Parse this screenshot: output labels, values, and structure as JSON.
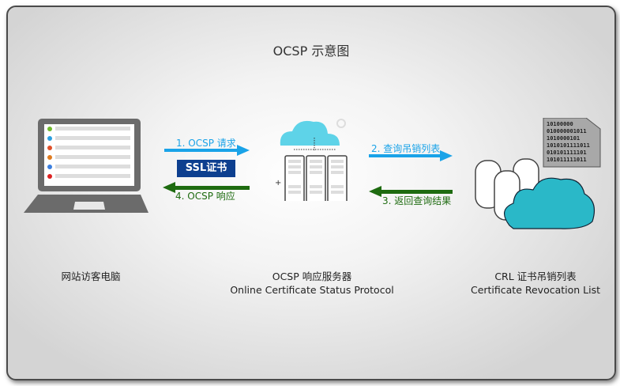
{
  "title": "OCSP 示意图",
  "arrows": {
    "step1": "1. OCSP 请求",
    "step2": "2. 查询吊销列表",
    "step3": "3. 返回查询结果",
    "step4": "4. OCSP 响应"
  },
  "ssl_badge": "SSL证书",
  "nodes": {
    "client": {
      "label": "网站访客电脑"
    },
    "ocsp": {
      "label": "OCSP 响应服务器",
      "sublabel": "Online Certificate Status Protocol"
    },
    "crl": {
      "label": "CRL 证书吊销列表",
      "sublabel": "Certificate Revocation List",
      "binary_text": [
        "10100000",
        "010000001011",
        "1010000101",
        "1010101111011",
        "010101111101",
        "101011111011"
      ]
    }
  },
  "colors": {
    "request_arrow": "#1aa3e8",
    "response_arrow": "#1e6b10",
    "ssl_badge": "#0d3f8f",
    "cloud": "#5ed3e8",
    "crl_cloud": "#2ab8c8"
  }
}
